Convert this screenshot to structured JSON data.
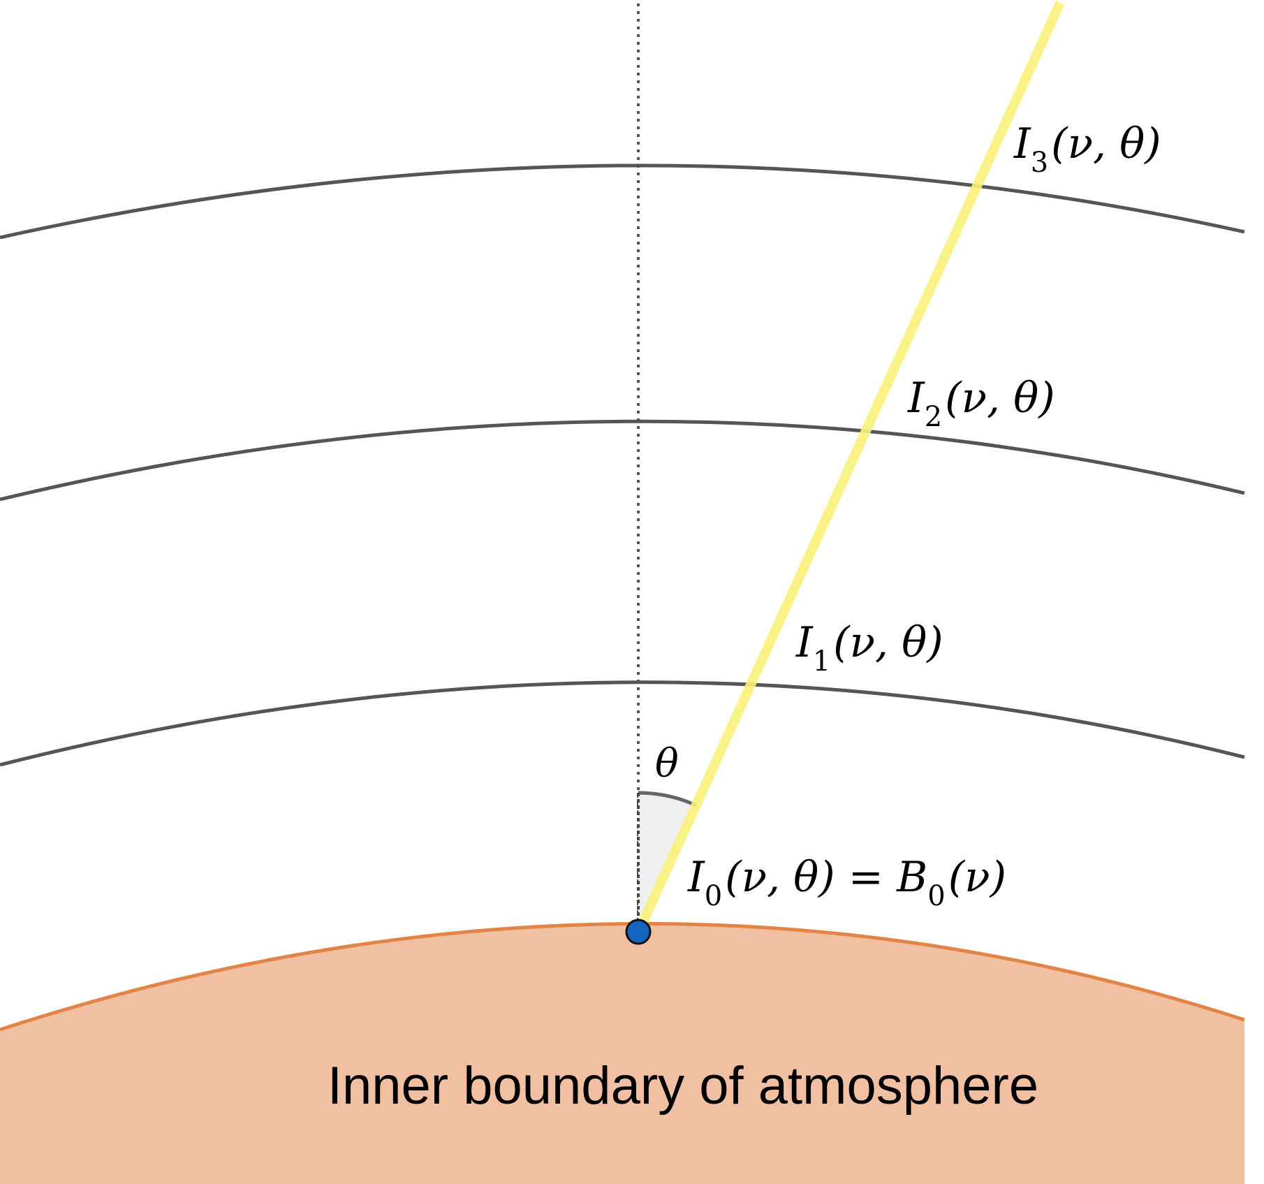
{
  "colors": {
    "background": "#ffffff",
    "layer_line": "#555555",
    "ray": "#f8f27a",
    "inner_fill": "#f1c0a3",
    "inner_edge": "#e28446",
    "origin_point": "#1565c0",
    "angle_fill": "#efefef"
  },
  "labels": {
    "angle_symbol": "θ",
    "intensity_3": {
      "base": "I",
      "sub": "3",
      "args": "(ν, θ)"
    },
    "intensity_2": {
      "base": "I",
      "sub": "2",
      "args": "(ν, θ)"
    },
    "intensity_1": {
      "base": "I",
      "sub": "1",
      "args": "(ν, θ)"
    },
    "intensity_0": {
      "base": "I",
      "sub": "0",
      "args": "(ν, θ) = ",
      "rhs_base": "B",
      "rhs_sub": "0",
      "rhs_args": "(ν)"
    },
    "inner_boundary": "Inner boundary of atmosphere"
  }
}
